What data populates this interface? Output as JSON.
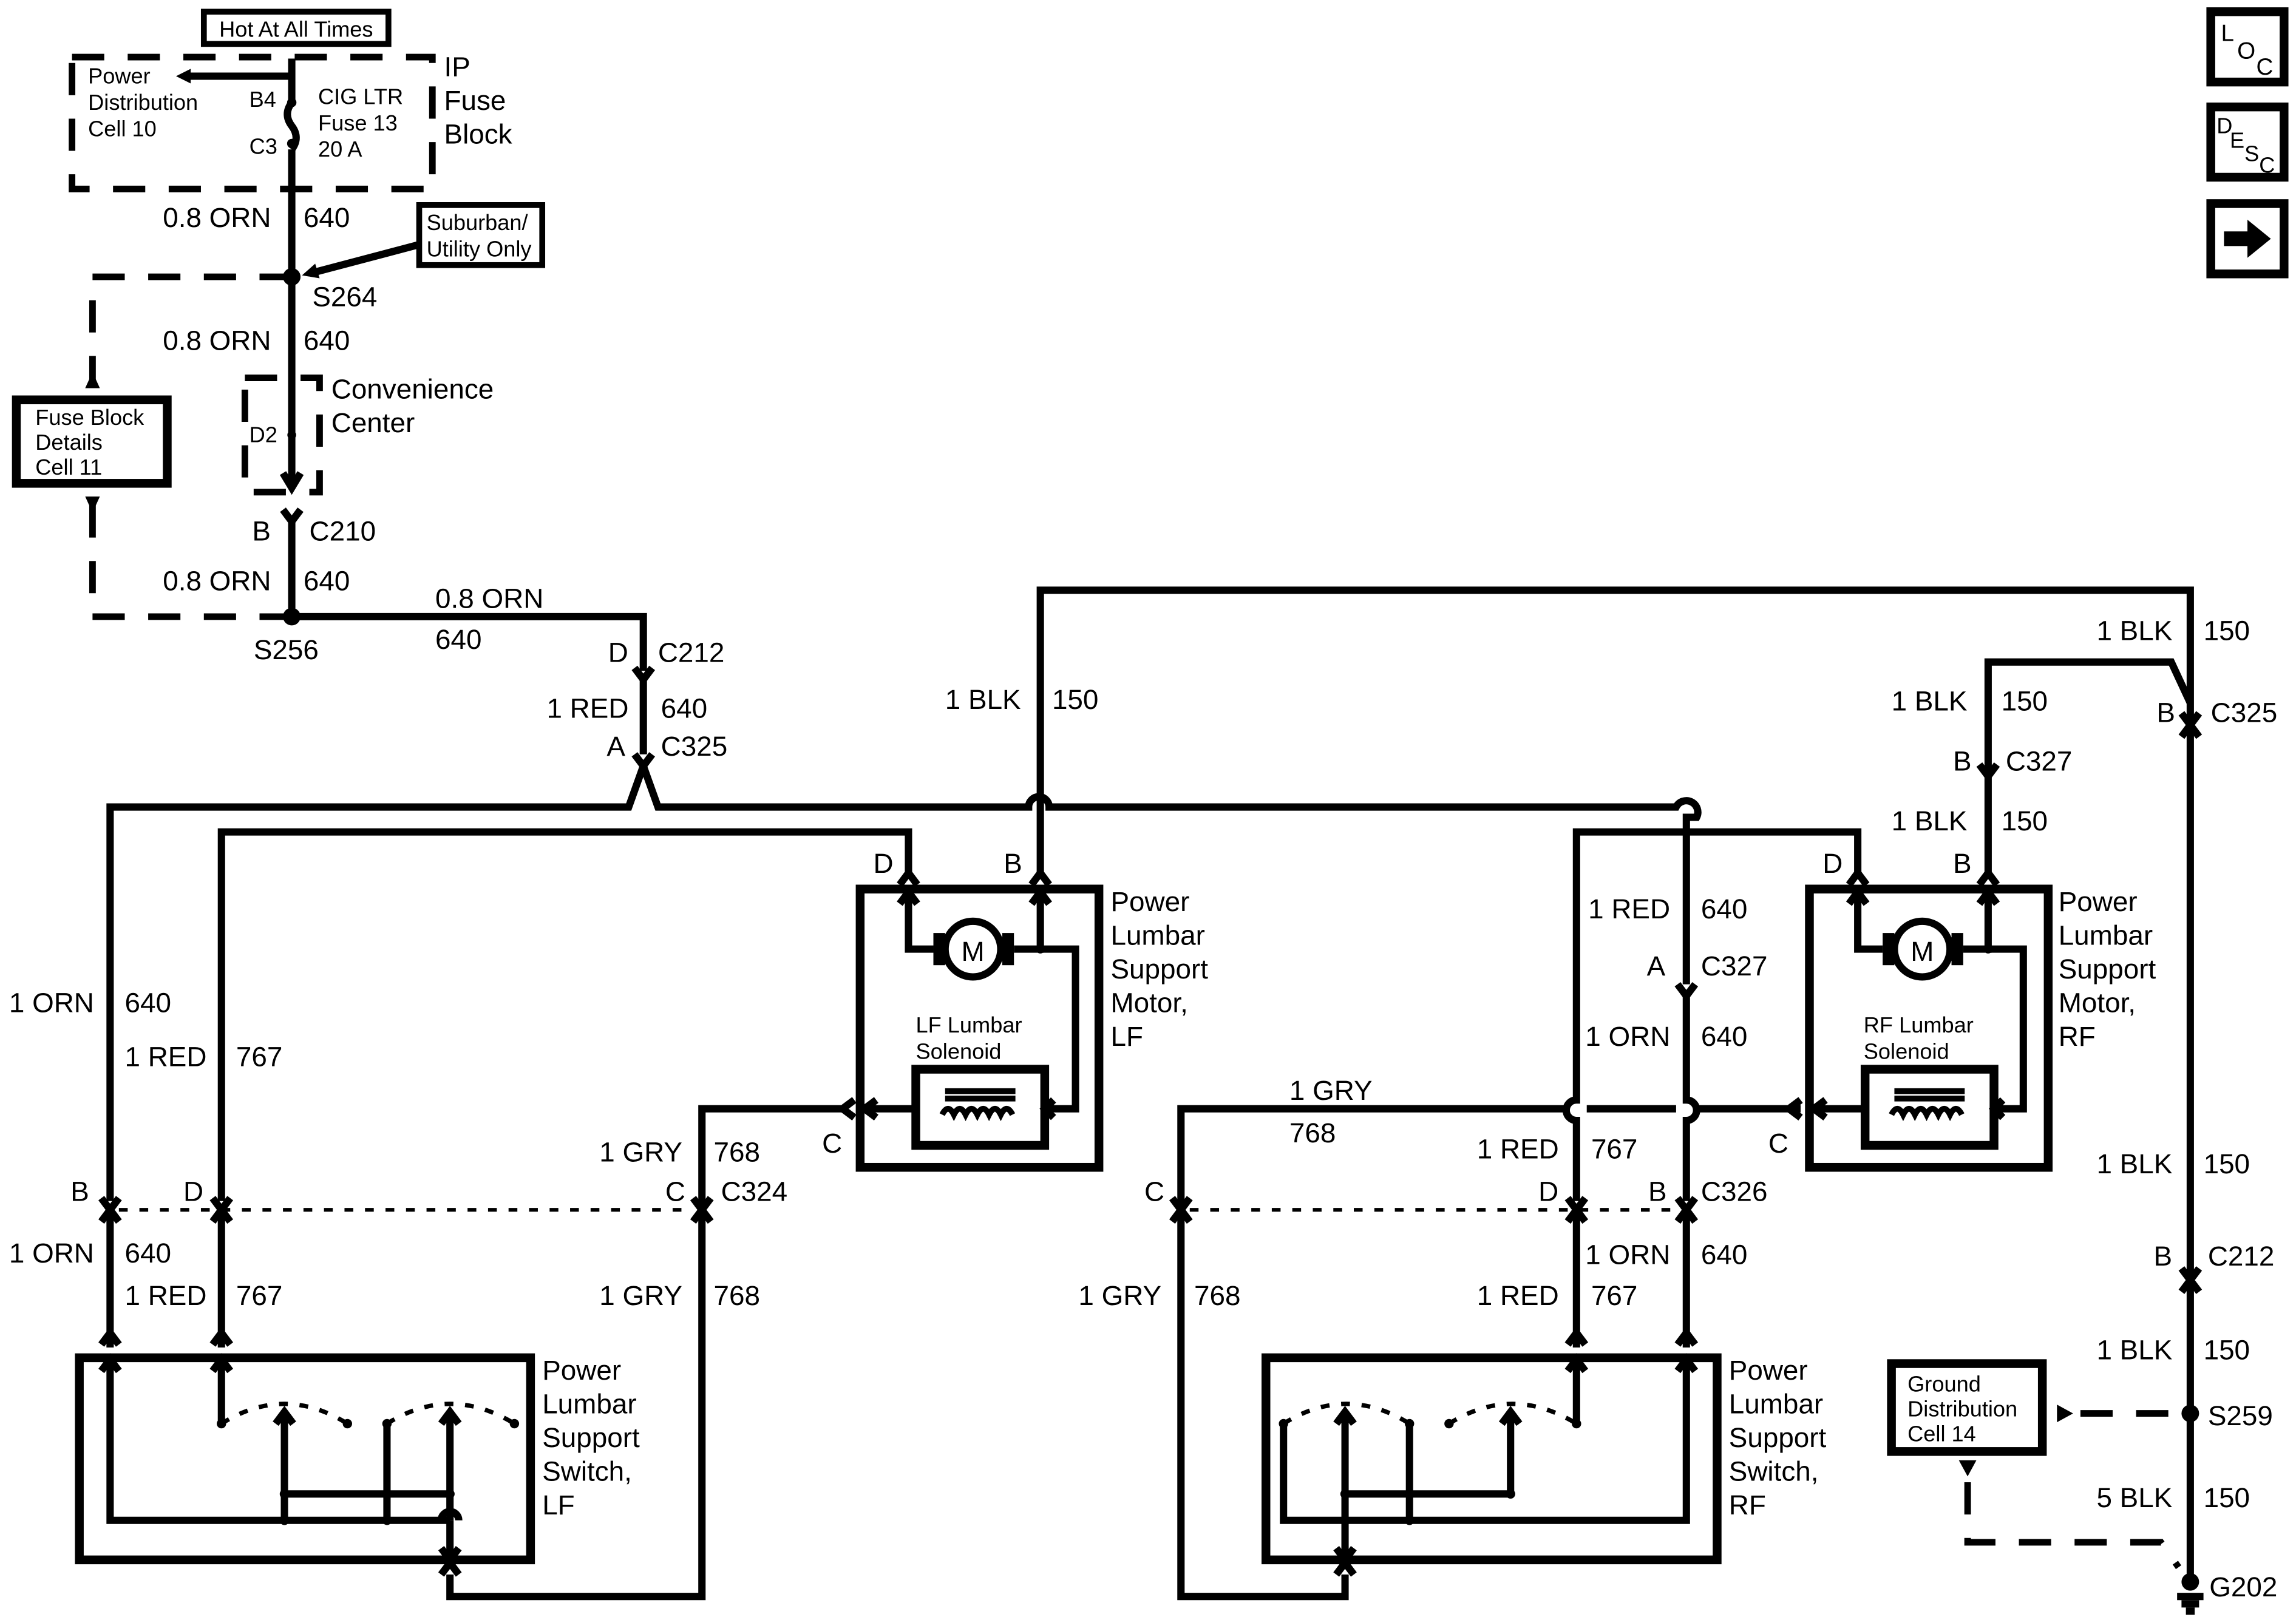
{
  "labels": {
    "hot": "Hot At All Times",
    "pdc1": "Power",
    "pdc2": "Distribution",
    "pdc3": "Cell 10",
    "b4": "B4",
    "c3": "C3",
    "fuse1": "CIG LTR",
    "fuse2": "Fuse 13",
    "fuse3": "20 A",
    "ip1": "IP",
    "ip2": "Fuse",
    "ip3": "Block",
    "sub1": "Suburban/",
    "sub2": "Utility Only",
    "w1a": "0.8 ORN",
    "w1b": "640",
    "s264": "S264",
    "w2a": "0.8 ORN",
    "w2b": "640",
    "conv1": "Convenience",
    "conv2": "Center",
    "d2": "D2",
    "fbd1": "Fuse Block",
    "fbd2": "Details",
    "fbd3": "Cell 11",
    "b_c210": "B",
    "c210": "C210",
    "w3a": "0.8 ORN",
    "w3b": "640",
    "s256": "S256",
    "w4a": "0.8 ORN",
    "w4b": "640",
    "d_c212": "D",
    "c212a": "C212",
    "w5a": "1 RED",
    "w5b": "640",
    "a_c325": "A",
    "c325a": "C325",
    "blk1a": "1 BLK",
    "blk1b": "150",
    "blk2a": "1 BLK",
    "blk2b": "150",
    "b_c325": "B",
    "c325b": "C325",
    "blk3a": "1 BLK",
    "blk3b": "150",
    "b_c327": "B",
    "c327a": "C327",
    "blk4a": "1 BLK",
    "blk4b": "150",
    "lf_d": "D",
    "lf_b": "B",
    "lfm1": "Power",
    "lfm2": "Lumbar",
    "lfm3": "Support",
    "lfm4": "Motor,",
    "lfm5": "LF",
    "lfsol1": "LF Lumbar",
    "lfsol2": "Solenoid",
    "motor_m1": "M",
    "motor_m2": "M",
    "rf_d": "D",
    "rf_b": "B",
    "rfm1": "Power",
    "rfm2": "Lumbar",
    "rfm3": "Support",
    "rfm4": "Motor,",
    "rfm5": "RF",
    "rfsol1": "RF Lumbar",
    "rfsol2": "Solenoid",
    "lo1a": "1 ORN",
    "lo1b": "640",
    "lr1a": "1 RED",
    "lr1b": "767",
    "lg1a": "1 GRY",
    "lg1b": "768",
    "lf_c": "C",
    "c324_b": "B",
    "c324_d": "D",
    "c324_c": "C",
    "c324": "C324",
    "lo2a": "1 ORN",
    "lo2b": "640",
    "lr2a": "1 RED",
    "lr2b": "767",
    "lg2a": "1 GRY",
    "lg2b": "768",
    "lfs1": "Power",
    "lfs2": "Lumbar",
    "lfs3": "Support",
    "lfs4": "Switch,",
    "lfs5": "LF",
    "rr1a": "1 RED",
    "rr1b": "640",
    "a_c327": "A",
    "c327b": "C327",
    "ro1a": "1 ORN",
    "ro1b": "640",
    "rg1a": "1 GRY",
    "rg1b": "768",
    "rf_c": "C",
    "rr2a": "1 RED",
    "rr2b": "767",
    "c326_c": "C",
    "c326_d": "D",
    "c326_b": "B",
    "c326": "C326",
    "ro2a": "1 ORN",
    "ro2b": "640",
    "rg2a": "1 GRY",
    "rg2b": "768",
    "rr3a": "1 RED",
    "rr3b": "767",
    "rfs1": "Power",
    "rfs2": "Lumbar",
    "rfs3": "Support",
    "rfs4": "Switch,",
    "rfs5": "RF",
    "blk5a": "1 BLK",
    "blk5b": "150",
    "b_c212": "B",
    "c212b": "C212",
    "blk6a": "1 BLK",
    "blk6b": "150",
    "gd1": "Ground",
    "gd2": "Distribution",
    "gd3": "Cell 14",
    "s259": "S259",
    "blk7a": "5 BLK",
    "blk7b": "150",
    "g202": "G202"
  },
  "nav": {
    "loc_l": "L",
    "loc_o": "O",
    "loc_c": "C",
    "desc_d": "D",
    "desc_e": "E",
    "desc_s": "S",
    "desc_c": "C",
    "next_icon": "arrow-right-icon"
  }
}
